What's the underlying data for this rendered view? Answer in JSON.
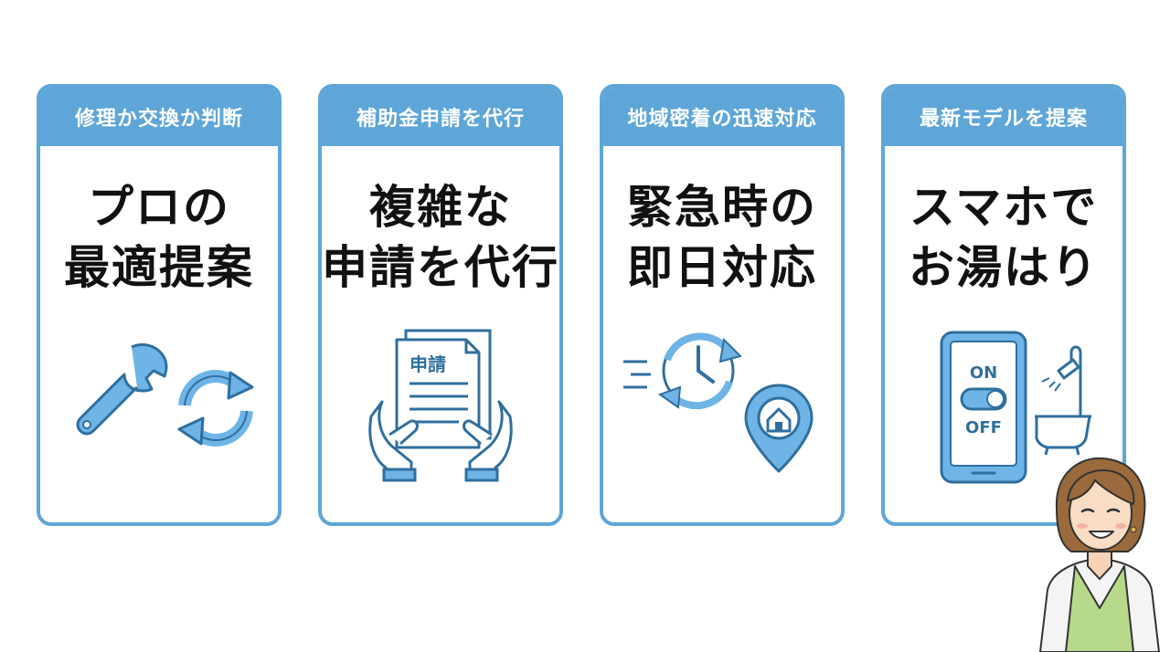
{
  "colors": {
    "accent": "#5ea6d8",
    "icon_fill": "#6fb4e6",
    "icon_stroke": "#2f6f9e",
    "text": "#111111"
  },
  "cards": [
    {
      "header": "修理か交換か判断",
      "title_line1": "プロの",
      "title_line2": "最適提案",
      "icons": [
        "wrench-icon",
        "refresh-icon"
      ]
    },
    {
      "header": "補助金申請を代行",
      "title_line1": "複雑な",
      "title_line2": "申請を代行",
      "doc_label": "申請",
      "icons": [
        "document-icon",
        "hands-icon"
      ]
    },
    {
      "header": "地域密着の迅速対応",
      "title_line1": "緊急時の",
      "title_line2": "即日対応",
      "icons": [
        "clock-icon",
        "location-pin-icon",
        "home-icon"
      ]
    },
    {
      "header": "最新モデルを提案",
      "title_line1": "スマホで",
      "title_line2": "お湯はり",
      "on_label": "ON",
      "off_label": "OFF",
      "icons": [
        "smartphone-icon",
        "toggle-switch-icon",
        "bathtub-icon",
        "shower-icon"
      ]
    }
  ],
  "person": {
    "icon": "woman-avatar"
  }
}
